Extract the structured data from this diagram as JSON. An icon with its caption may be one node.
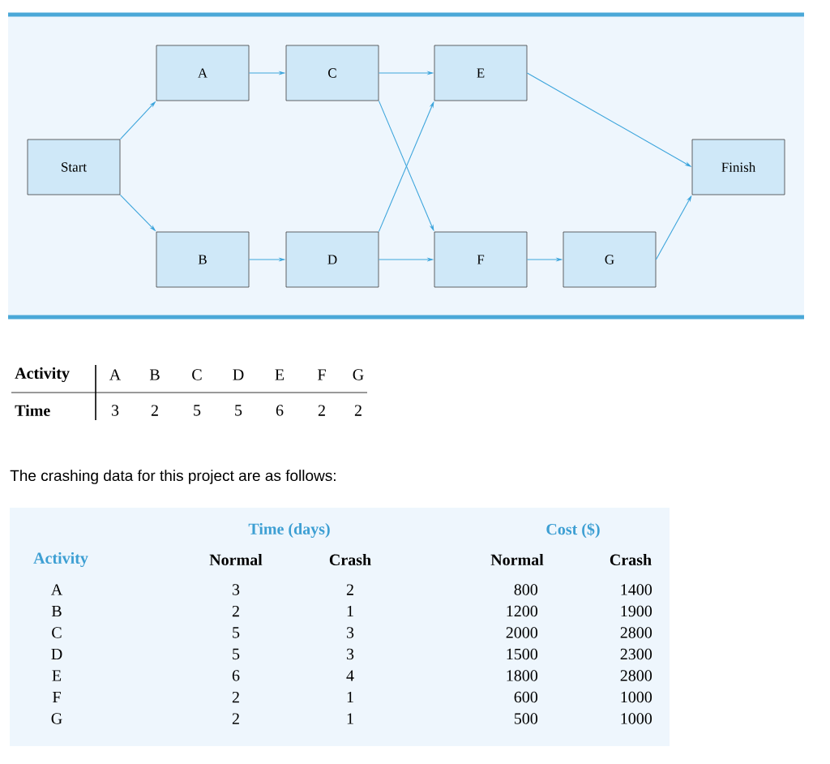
{
  "diagram": {
    "nodes": [
      {
        "text": [
          "Start"
        ]
      },
      {
        "text": [
          "A"
        ]
      },
      {
        "text": [
          "B"
        ]
      },
      {
        "text": [
          "C"
        ]
      },
      {
        "text": [
          "D"
        ]
      },
      {
        "text": [
          "E"
        ]
      },
      {
        "text": [
          "F"
        ]
      },
      {
        "text": [
          "G"
        ]
      },
      {
        "text": [
          "Finish"
        ]
      }
    ],
    "edges": [
      {
        "from": 0,
        "to": 1,
        "arrow": "to"
      },
      {
        "from": 0,
        "to": 2,
        "arrow": "to"
      },
      {
        "from": 1,
        "to": 3,
        "arrow": "to"
      },
      {
        "from": 2,
        "to": 4,
        "arrow": "to"
      },
      {
        "from": 3,
        "to": 5,
        "arrow": "to"
      },
      {
        "from": 3,
        "to": 6,
        "arrow": "to"
      },
      {
        "from": 4,
        "to": 5,
        "arrow": "to"
      },
      {
        "from": 4,
        "to": 6,
        "arrow": "to"
      },
      {
        "from": 5,
        "to": 8,
        "arrow": "to"
      },
      {
        "from": 6,
        "to": 7,
        "arrow": "to"
      },
      {
        "from": 7,
        "to": 8,
        "arrow": "to"
      }
    ],
    "labels": [
      "Activity",
      "A",
      "B",
      "C",
      "D",
      "E",
      "F",
      "G",
      "Time",
      "3",
      "2",
      "5",
      "5",
      "6",
      "2",
      "2",
      "The crashing data for this project are as follows:",
      "Time (days)",
      "Cost ($)",
      "Activity",
      "Normal",
      "Crash",
      "Normal",
      "Crash",
      "A",
      "3",
      "2",
      "800",
      "1400",
      "B",
      "2",
      "1",
      "1200",
      "1900",
      "C",
      "5",
      "3",
      "2000",
      "2800",
      "D",
      "5",
      "3",
      "1500",
      "2300",
      "E",
      "6",
      "4",
      "1800",
      "2800",
      "F",
      "2",
      "1",
      "600",
      "1000",
      "G",
      "2",
      "1",
      "500",
      "1000"
    ]
  }
}
